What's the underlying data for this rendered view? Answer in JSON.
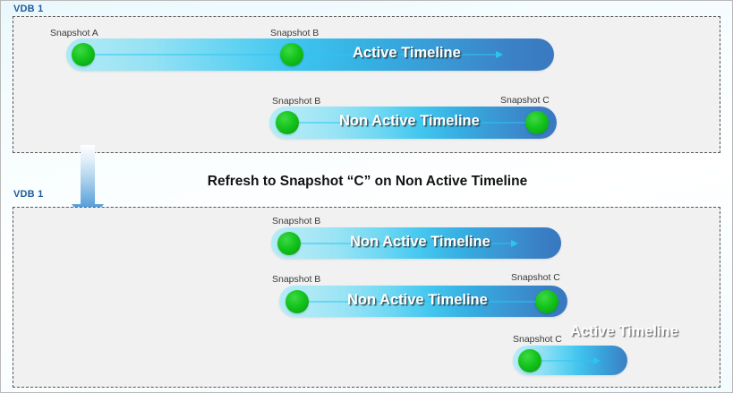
{
  "diagram": {
    "title_middle": "Refresh to Snapshot “C” on Non Active Timeline",
    "colors": {
      "vdb_label": "#1f5c99",
      "snapshot_dot": "#12c41a",
      "timeline_start": "#aae9f5",
      "timeline_end": "#3878bf",
      "arrow_line": "#2bc6f0",
      "panel_fill": "#f1f1f1",
      "panel_border": "#555555",
      "heading_text": "#121212"
    },
    "sections": [
      {
        "id": "top",
        "vdb_label": "VDB 1",
        "timelines": [
          {
            "id": "tl-1",
            "text": "Active Timeline",
            "state": "active",
            "has_arrow": true,
            "snapshots": [
              {
                "label": "Snapshot A",
                "position": "start"
              },
              {
                "label": "Snapshot B",
                "position": "middle"
              }
            ]
          },
          {
            "id": "tl-2",
            "text": "Non Active Timeline",
            "state": "non-active",
            "has_arrow": false,
            "snapshots": [
              {
                "label": "Snapshot B",
                "position": "start"
              },
              {
                "label": "Snapshot C",
                "position": "end"
              }
            ]
          }
        ]
      },
      {
        "id": "bottom",
        "vdb_label": "VDB 1",
        "timelines": [
          {
            "id": "tl-3",
            "text": "Non Active Timeline",
            "state": "non-active",
            "has_arrow": true,
            "snapshots": [
              {
                "label": "Snapshot B",
                "position": "start"
              }
            ]
          },
          {
            "id": "tl-4",
            "text": "Non Active Timeline",
            "state": "non-active",
            "has_arrow": false,
            "snapshots": [
              {
                "label": "Snapshot B",
                "position": "start"
              },
              {
                "label": "Snapshot C",
                "position": "end"
              }
            ]
          },
          {
            "id": "tl-5",
            "text": "Active Timeline",
            "state": "active",
            "has_arrow": true,
            "snapshots": [
              {
                "label": "Snapshot C",
                "position": "start"
              }
            ]
          }
        ]
      }
    ],
    "flow_arrow": {
      "direction": "down",
      "name": "refresh-flow-arrow"
    }
  }
}
